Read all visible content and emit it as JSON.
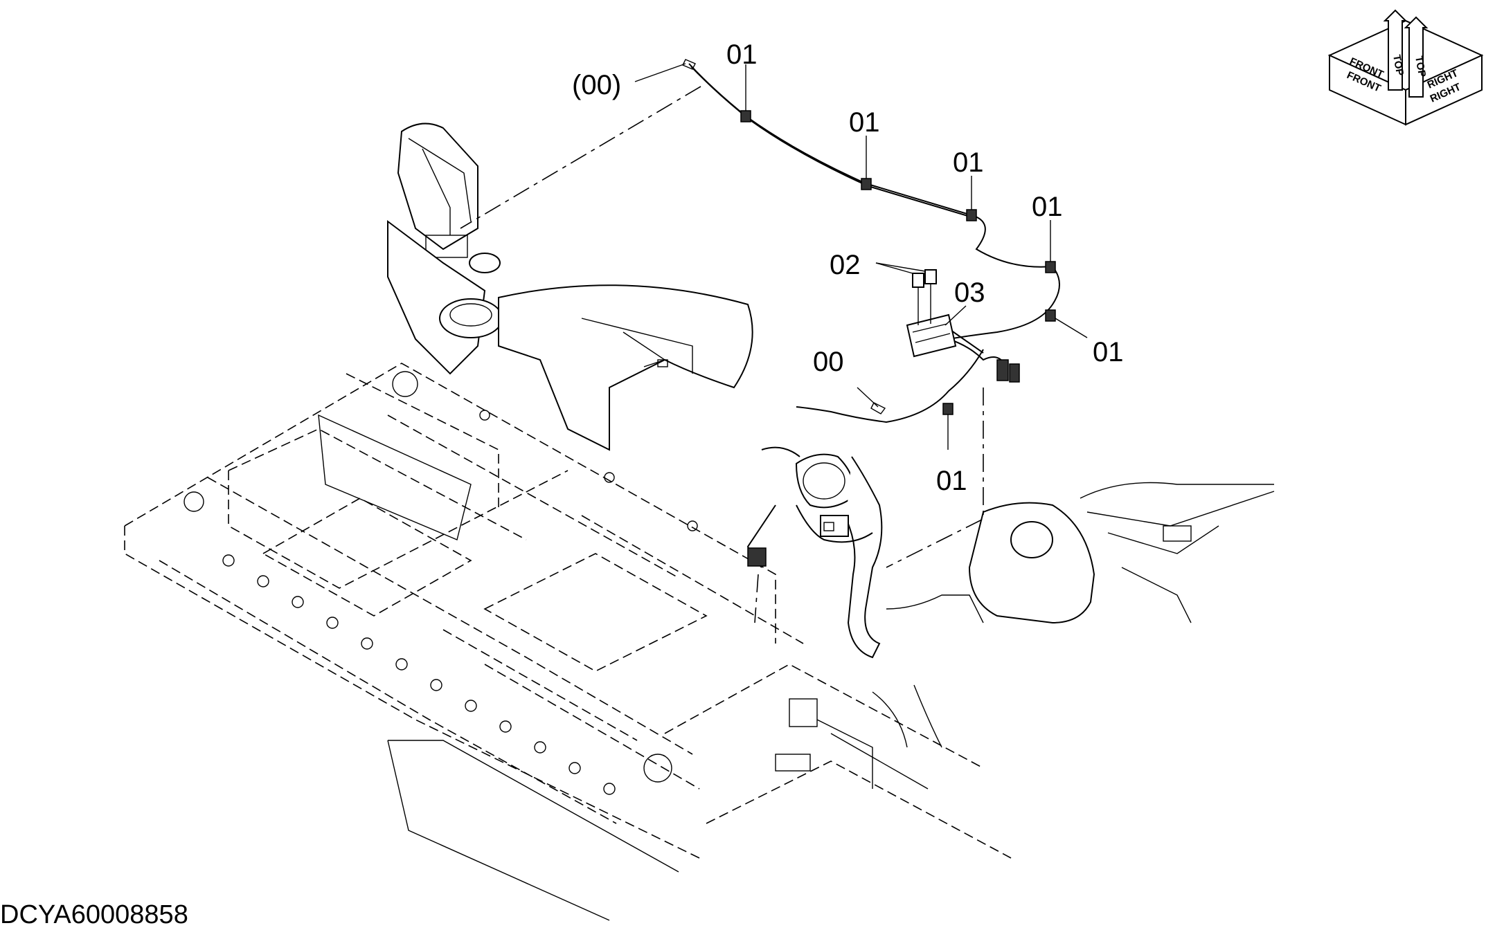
{
  "drawing_id": "DCYA60008858",
  "callouts": {
    "harness_ref": "(00)",
    "harness": "00",
    "clip": "01",
    "relay": "02",
    "bracket": "03"
  },
  "orientation": {
    "top_1": "TOP",
    "top_2": "TOP",
    "front_1": "FRONT",
    "front_2": "FRONT",
    "right_1": "RIGHT",
    "right_2": "RIGHT"
  }
}
